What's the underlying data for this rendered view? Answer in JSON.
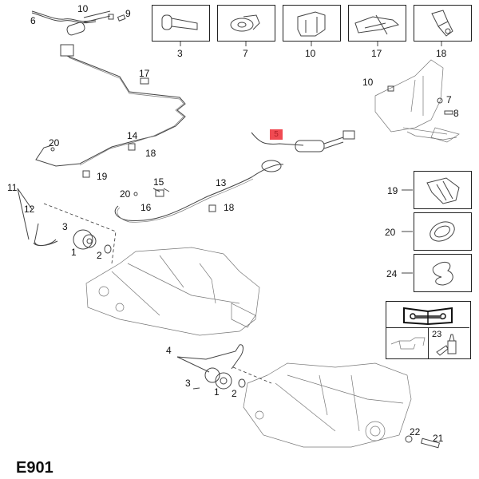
{
  "diagram": {
    "code": "E901",
    "highlighted_part": "5",
    "highlight_color": "#f04a52",
    "top_parts_legend": [
      {
        "number": "3",
        "icon": "bolt-icon"
      },
      {
        "number": "7",
        "icon": "nut-icon"
      },
      {
        "number": "10",
        "icon": "clip-icon"
      },
      {
        "number": "17",
        "icon": "spring-clip-icon"
      },
      {
        "number": "18",
        "icon": "bracket-clip-icon"
      }
    ],
    "side_parts_legend": [
      {
        "number": "19",
        "icon": "clip-icon"
      },
      {
        "number": "20",
        "icon": "o-ring-icon"
      },
      {
        "number": "24",
        "icon": "seal-ring-icon"
      }
    ],
    "info_panel": {
      "header_icon": "manual-wrench-icon",
      "left_icon": "oil-pan-icon",
      "right_number": "23",
      "right_icon": "fluid-bottle-icon"
    },
    "callouts": {
      "c1": "10",
      "c2": "9",
      "c3": "6",
      "c4": "17",
      "c5": "10",
      "c6": "7",
      "c7": "8",
      "c8": "5",
      "c9": "20",
      "c10": "14",
      "c11": "18",
      "c12": "19",
      "c13": "15",
      "c14": "20",
      "c15": "13",
      "c16": "16",
      "c17": "18",
      "c18": "11",
      "c19": "12",
      "c20": "3",
      "c21": "1",
      "c22": "2",
      "c23": "4",
      "c24": "3",
      "c25": "1",
      "c26": "2",
      "c27": "22",
      "c28": "21"
    }
  }
}
